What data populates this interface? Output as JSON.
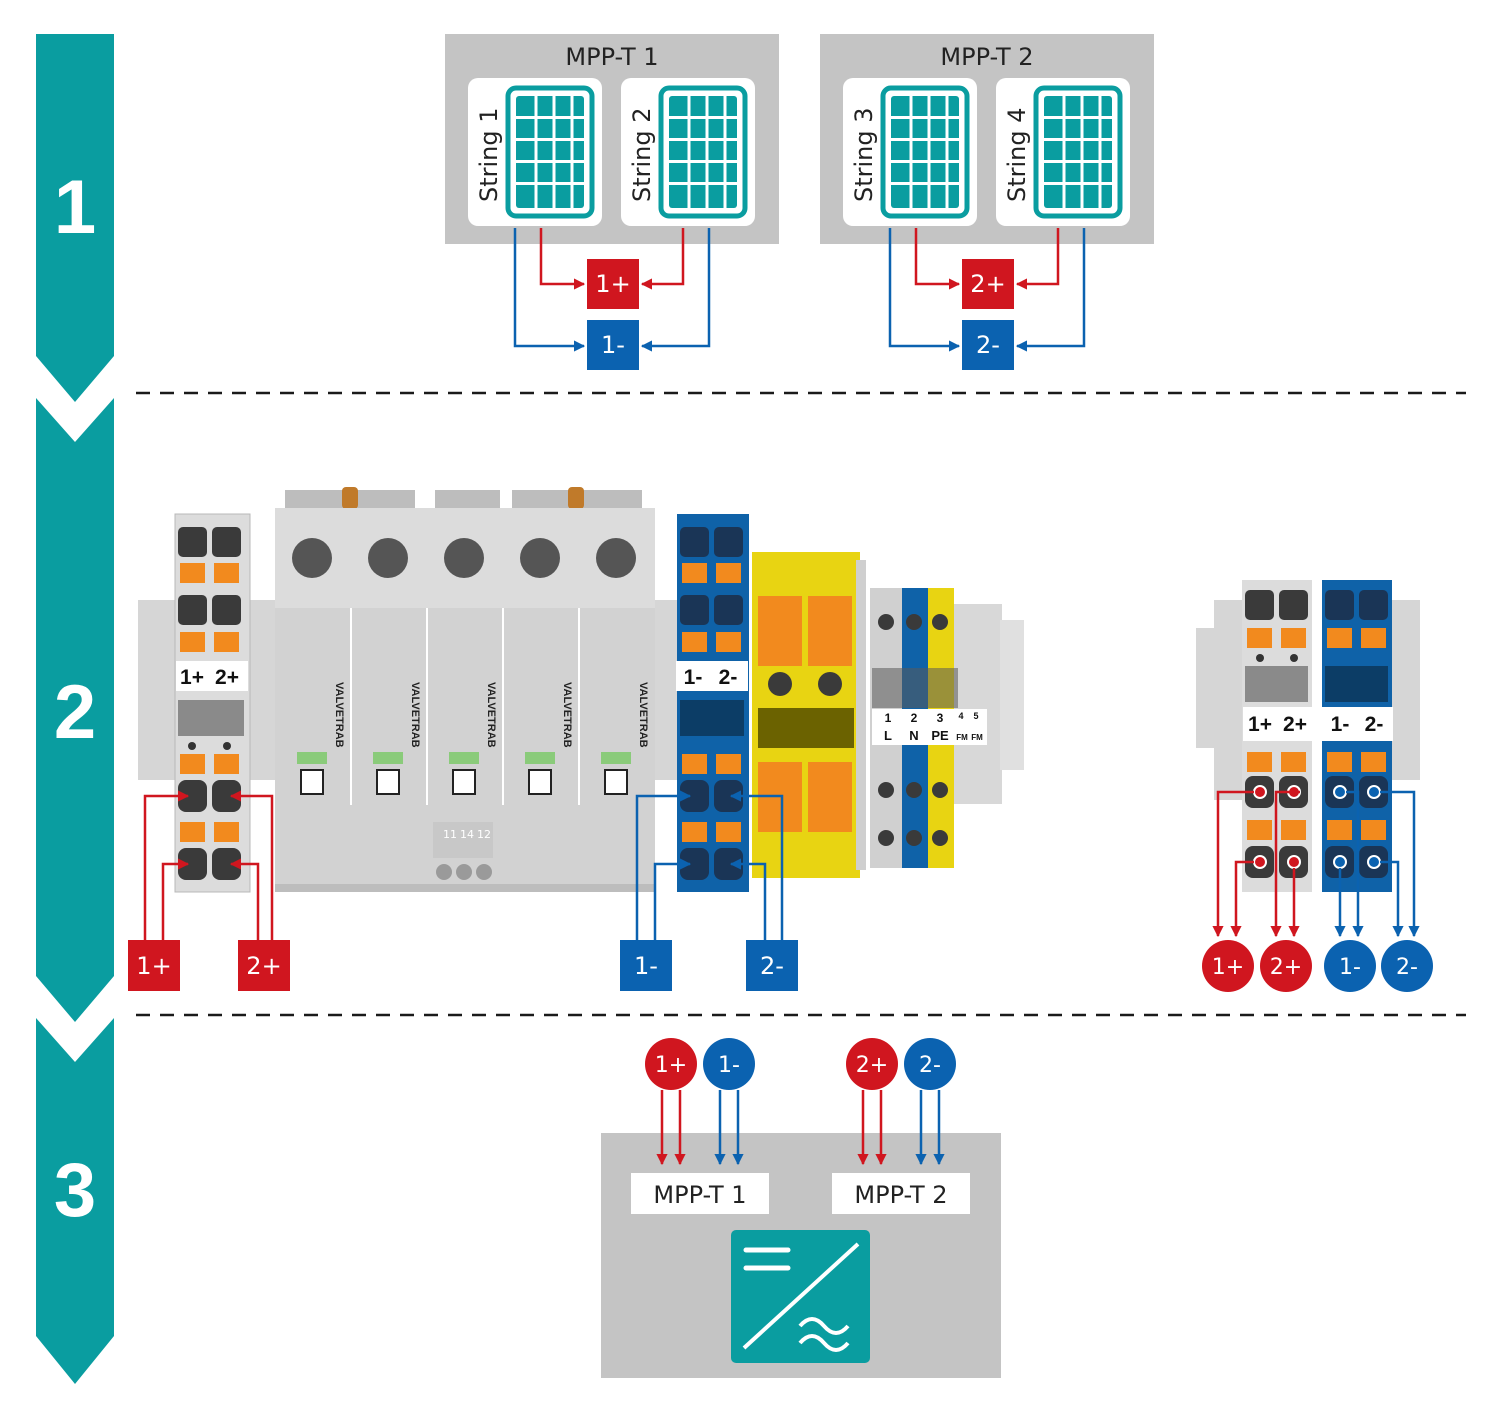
{
  "steps": [
    "1",
    "2",
    "3"
  ],
  "colors": {
    "teal": "#0A9DA0",
    "red": "#D0161F",
    "blue": "#0B62B0",
    "gray_box": "#C4C4C4",
    "orange": "#F28A1E",
    "yellow": "#E8D412"
  },
  "section1": {
    "mppt1": {
      "title": "MPP-T 1",
      "strings": [
        "String 1",
        "String 2"
      ],
      "plus": "1+",
      "minus": "1-"
    },
    "mppt2": {
      "title": "MPP-T 2",
      "strings": [
        "String 3",
        "String 4"
      ],
      "plus": "2+",
      "minus": "2-"
    }
  },
  "section2": {
    "brand": "VALVETRAB",
    "left_terminal_labels": [
      "1+",
      "2+"
    ],
    "middle_terminal_labels": [
      "1-",
      "2-"
    ],
    "contact_numbers": [
      "11",
      "14",
      "12"
    ],
    "small_terminal": {
      "numbers": [
        "1",
        "2",
        "3",
        "4",
        "5"
      ],
      "labels": [
        "L",
        "N",
        "PE",
        "FM",
        "FM"
      ]
    },
    "bottom_tags": [
      "1+",
      "2+",
      "1-",
      "2-"
    ],
    "right_block_labels": [
      "1+",
      "2+",
      "1-",
      "2-"
    ],
    "circles": [
      "1+",
      "2+",
      "1-",
      "2-"
    ]
  },
  "section3": {
    "circles": [
      "1+",
      "1-",
      "2+",
      "2-"
    ],
    "inputs": [
      "MPP-T 1",
      "MPP-T 2"
    ],
    "inverter_icon": "dc-ac-inverter-icon"
  }
}
